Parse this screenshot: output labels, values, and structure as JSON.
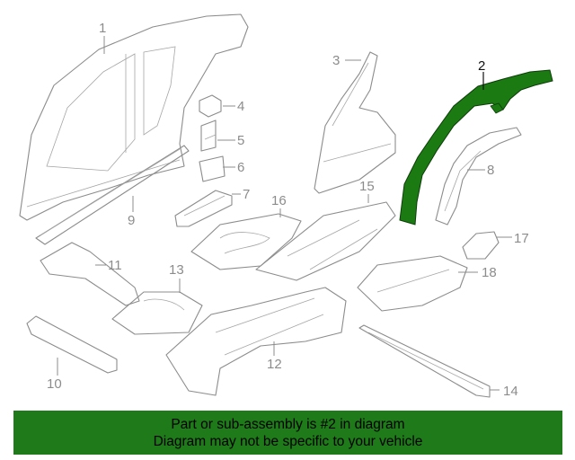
{
  "diagram": {
    "highlight_color": "#1b7a12",
    "line_color": "#8c8c8c",
    "callouts": [
      {
        "id": "c1",
        "label": "1"
      },
      {
        "id": "c2",
        "label": "2",
        "highlighted": true
      },
      {
        "id": "c3",
        "label": "3"
      },
      {
        "id": "c4",
        "label": "4"
      },
      {
        "id": "c5",
        "label": "5"
      },
      {
        "id": "c6",
        "label": "6"
      },
      {
        "id": "c7",
        "label": "7"
      },
      {
        "id": "c8",
        "label": "8"
      },
      {
        "id": "c9",
        "label": "9"
      },
      {
        "id": "c10",
        "label": "10"
      },
      {
        "id": "c11",
        "label": "11"
      },
      {
        "id": "c12",
        "label": "12"
      },
      {
        "id": "c13",
        "label": "13"
      },
      {
        "id": "c14",
        "label": "14"
      },
      {
        "id": "c15",
        "label": "15"
      },
      {
        "id": "c16",
        "label": "16"
      },
      {
        "id": "c17",
        "label": "17"
      },
      {
        "id": "c18",
        "label": "18"
      }
    ]
  },
  "banner": {
    "line1": "Part or sub-assembly is #2 in diagram",
    "line2": "Diagram may not be specific to your vehicle",
    "background": "#1f7a1a"
  }
}
